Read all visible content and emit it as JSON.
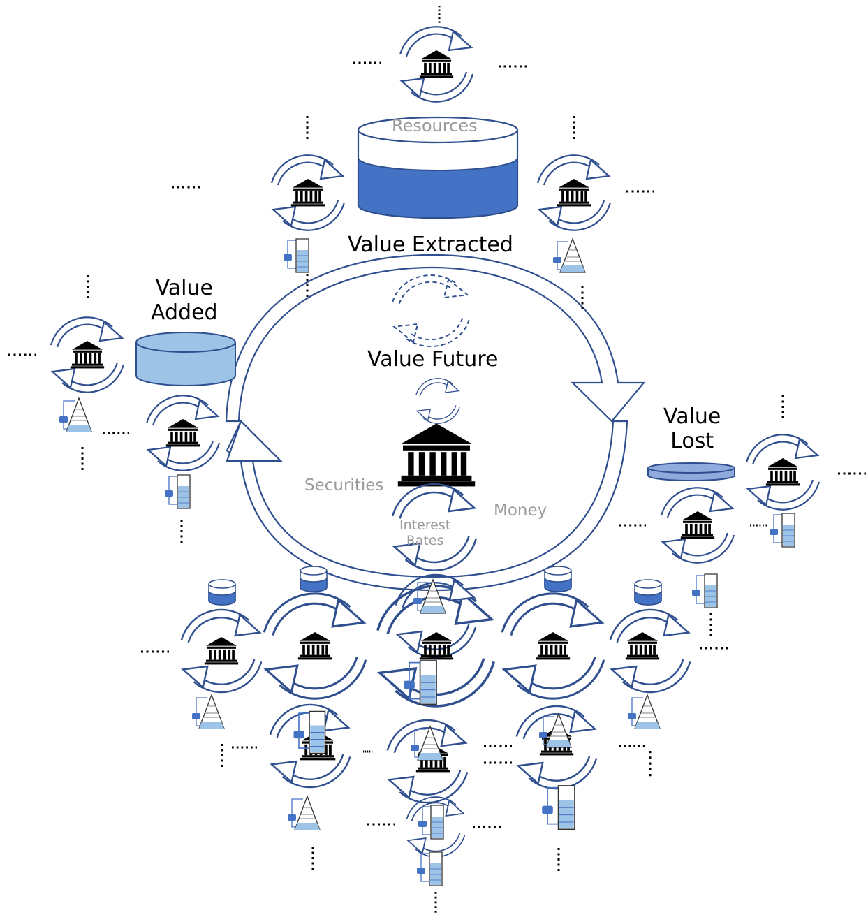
{
  "labels": {
    "resources": "Resources",
    "value_extracted": "Value Extracted",
    "value_added_line1": "Value",
    "value_added_line2": "Added",
    "value_future": "Value Future",
    "value_lost_line1": "Value",
    "value_lost_line2": "Lost",
    "securities": "Securities",
    "money": "Money",
    "interest_rates_line1": "Interest",
    "interest_rates_line2": "Rates"
  },
  "colors": {
    "cycle_stroke": "#2f4f8f",
    "tank_dark": "#4472c4",
    "tank_light": "#9dc3e6",
    "tank_medium": "#8faadc",
    "grey_text": "#9a9a9a",
    "dots": "#000000"
  },
  "icons": {
    "institution": "bank-building-icon",
    "cycle": "circular-arrows-icon",
    "tank": "reservoir-cylinder-icon",
    "beaker": "beaker-icon",
    "flask": "flask-pyramid-icon"
  }
}
